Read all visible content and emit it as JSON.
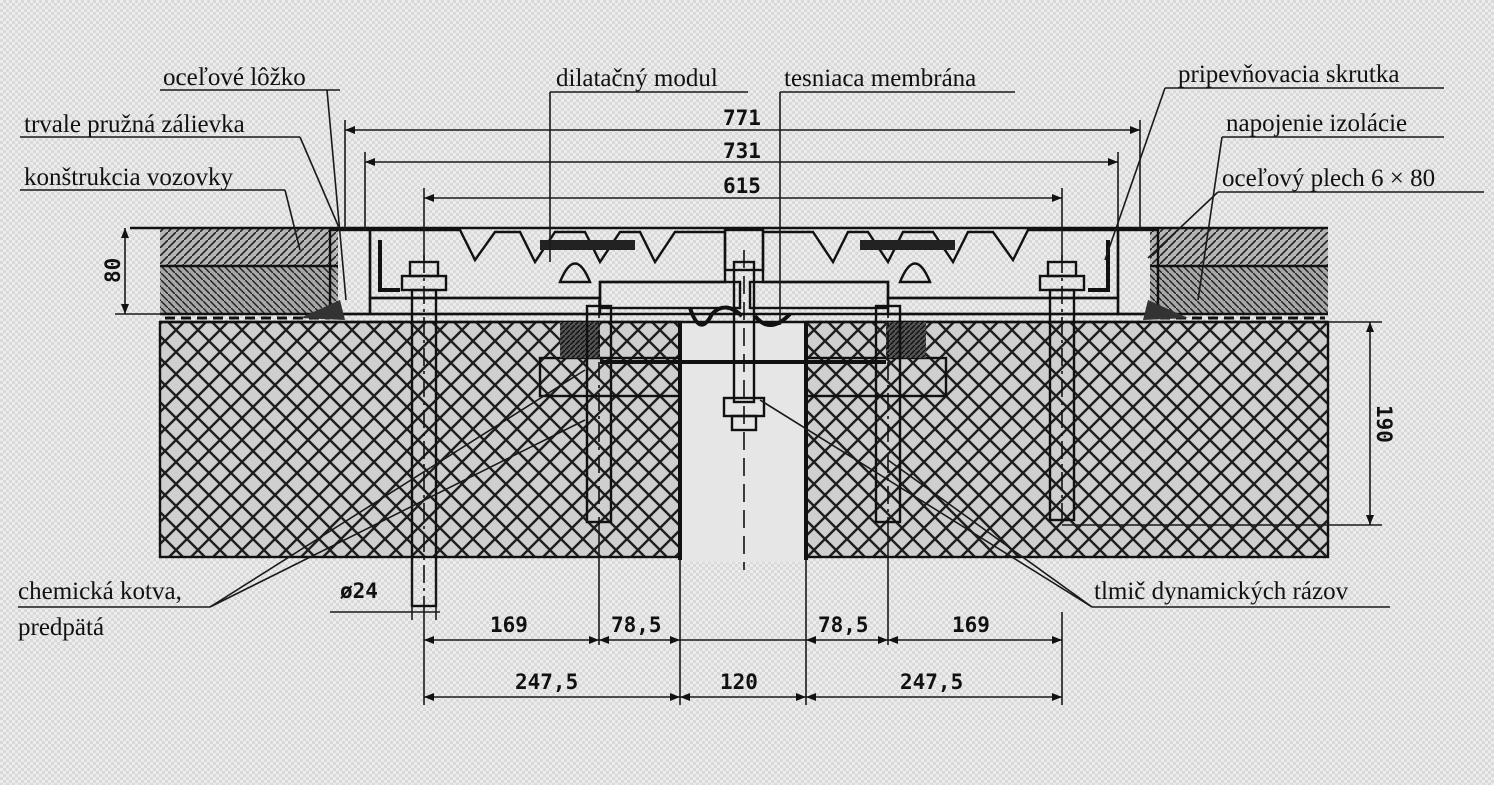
{
  "labels": {
    "ocelove_lozko": "oceľové lôžko",
    "trvale_pruzna_zalievka": "trvale pružná zálievka",
    "konstrukcia_vozovky": "konštrukcia vozovky",
    "dilatacny_modul": "dilatačný modul",
    "tesniaca_membrana": "tesniaca membrána",
    "pripevnovacia_skrutka": "pripevňovacia skrutka",
    "napojenie_izolacie": "napojenie izolácie",
    "ocelovy_plech": "oceľový plech 6 × 80",
    "chemicka_kotva_1": "chemická kotva,",
    "chemicka_kotva_2": "predpätá",
    "tlmic": "tlmič dynamických rázov"
  },
  "dimensions": {
    "d771": "771",
    "d731": "731",
    "d615": "615",
    "d80": "80",
    "d190": "190",
    "d24": "ø24",
    "d169_left": "169",
    "d785_left": "78,5",
    "d785_right": "78,5",
    "d169_right": "169",
    "d2475_left": "247,5",
    "d120": "120",
    "d2475_right": "247,5"
  },
  "colors": {
    "ink": "#111111",
    "hatch": "#2a2a2a"
  }
}
